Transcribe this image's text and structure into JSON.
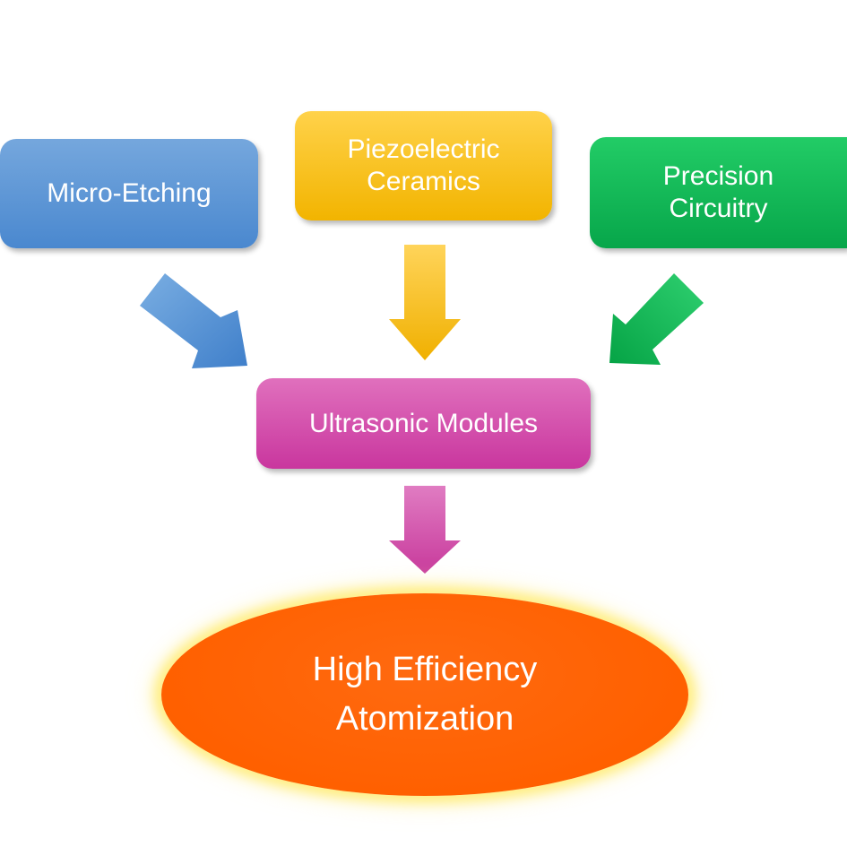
{
  "diagram": {
    "inputs": [
      {
        "id": "micro-etching",
        "label": "Micro-Etching",
        "color": "#5b96d6"
      },
      {
        "id": "piezoelectric-ceramics",
        "label": "Piezoelectric\nCeramics",
        "color": "#ffc000"
      },
      {
        "id": "precision-circuitry",
        "label": "Precision\nCircuitry",
        "color": "#0fb955"
      }
    ],
    "middle": {
      "label": "Ultrasonic Modules",
      "color": "#d553ad"
    },
    "result": {
      "label": "High Efficiency\nAtomization",
      "color": "#ff6600"
    }
  }
}
